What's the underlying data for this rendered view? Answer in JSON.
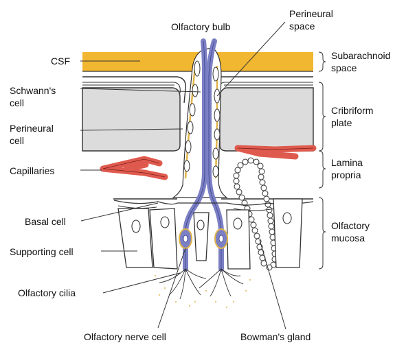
{
  "labels": {
    "olfactory_bulb": "Olfactory bulb",
    "perineural_space_line1": "Perineural",
    "perineural_space_line2": "space",
    "csf": "CSF",
    "subarachnoid_line1": "Subarachnoid",
    "subarachnoid_line2": "space",
    "schwanns_line1": "Schwann's",
    "schwanns_line2": "cell",
    "perineural_cell_line1": "Perineural",
    "perineural_cell_line2": "cell",
    "cribriform_line1": "Cribriform",
    "cribriform_line2": "plate",
    "capillaries": "Capillaries",
    "lamina_line1": "Lamina",
    "lamina_line2": "propria",
    "basal_cell": "Basal cell",
    "olfactory_mucosa_line1": "Olfactory",
    "olfactory_mucosa_line2": "mucosa",
    "supporting_cell": "Supporting cell",
    "olfactory_cilia": "Olfactory cilia",
    "olfactory_nerve_cell": "Olfactory nerve cell",
    "bowmans_gland": "Bowman's gland"
  },
  "colors": {
    "csf": "#f2b731",
    "nerve": "#7b7fc4",
    "nerve_dark": "#3d418a",
    "bone": "#dcdcdc",
    "capillary": "#df5a4e",
    "perineural_layer": "#e0b54a",
    "outline": "#333333"
  }
}
